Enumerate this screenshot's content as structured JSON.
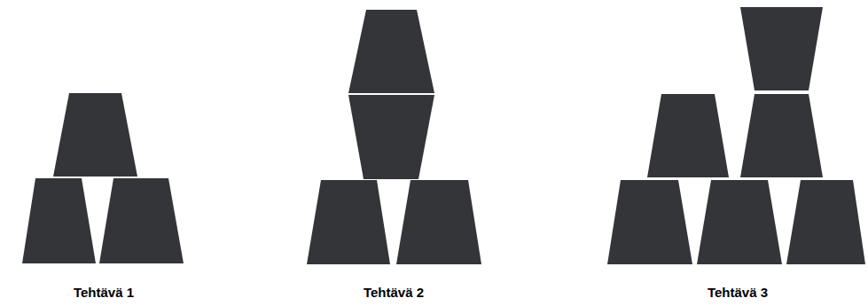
{
  "diagram": {
    "labels": [
      "Tehtävä 1",
      "Tehtävä 2",
      "Tehtävä 3"
    ]
  }
}
